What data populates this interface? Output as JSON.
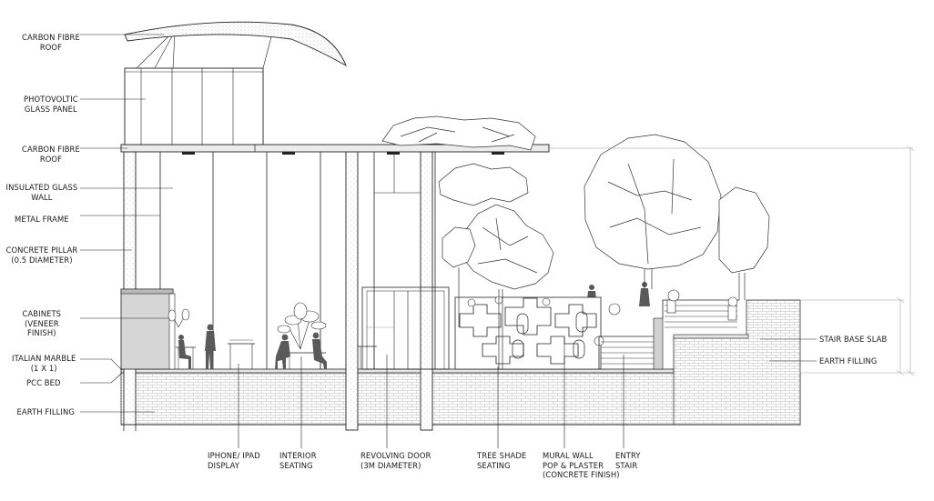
{
  "labels": {
    "left": [
      {
        "id": "carbon-fibre-roof-top",
        "lines": [
          "CARBON FIBRE",
          "ROOF"
        ]
      },
      {
        "id": "photovoltaic-glass-panel",
        "lines": [
          "PHOTOVOLTIC",
          "GLASS PANEL"
        ]
      },
      {
        "id": "carbon-fibre-roof-mid",
        "lines": [
          "CARBON FIBRE",
          "ROOF"
        ]
      },
      {
        "id": "insulated-glass-wall",
        "lines": [
          "INSULATED GLASS",
          "WALL"
        ]
      },
      {
        "id": "metal-frame",
        "lines": [
          "METAL FRAME"
        ]
      },
      {
        "id": "concrete-pillar",
        "lines": [
          "CONCRETE PILLAR",
          "(0.5 DIAMETER)"
        ]
      },
      {
        "id": "cabinets",
        "lines": [
          "CABINETS",
          "(VENEER",
          "FINISH)"
        ]
      },
      {
        "id": "italian-marble",
        "lines": [
          "ITALIAN MARBLE",
          "(1 X 1)"
        ]
      },
      {
        "id": "pcc-bed",
        "lines": [
          "PCC BED"
        ]
      },
      {
        "id": "earth-filling-left",
        "lines": [
          "EARTH FILLING"
        ]
      }
    ],
    "right": [
      {
        "id": "stair-base-slab",
        "lines": [
          "STAIR BASE SLAB"
        ]
      },
      {
        "id": "earth-filling-right",
        "lines": [
          "EARTH FILLING"
        ]
      }
    ],
    "bottom": [
      {
        "id": "iphone-ipad-display",
        "lines": [
          "IPHONE/ IPAD",
          "DISPLAY"
        ]
      },
      {
        "id": "interior-seating",
        "lines": [
          "INTERIOR",
          "SEATING"
        ]
      },
      {
        "id": "revolving-door",
        "lines": [
          "REVOLVING DOOR",
          "(3M DIAMETER)"
        ]
      },
      {
        "id": "tree-shade-seating",
        "lines": [
          "TREE SHADE",
          "SEATING"
        ]
      },
      {
        "id": "mural-wall",
        "lines": [
          "MURAL WALL",
          "POP & PLASTER",
          "(CONCRETE FINISH)"
        ]
      },
      {
        "id": "entry-stair",
        "lines": [
          "ENTRY",
          "STAIR"
        ]
      }
    ]
  }
}
